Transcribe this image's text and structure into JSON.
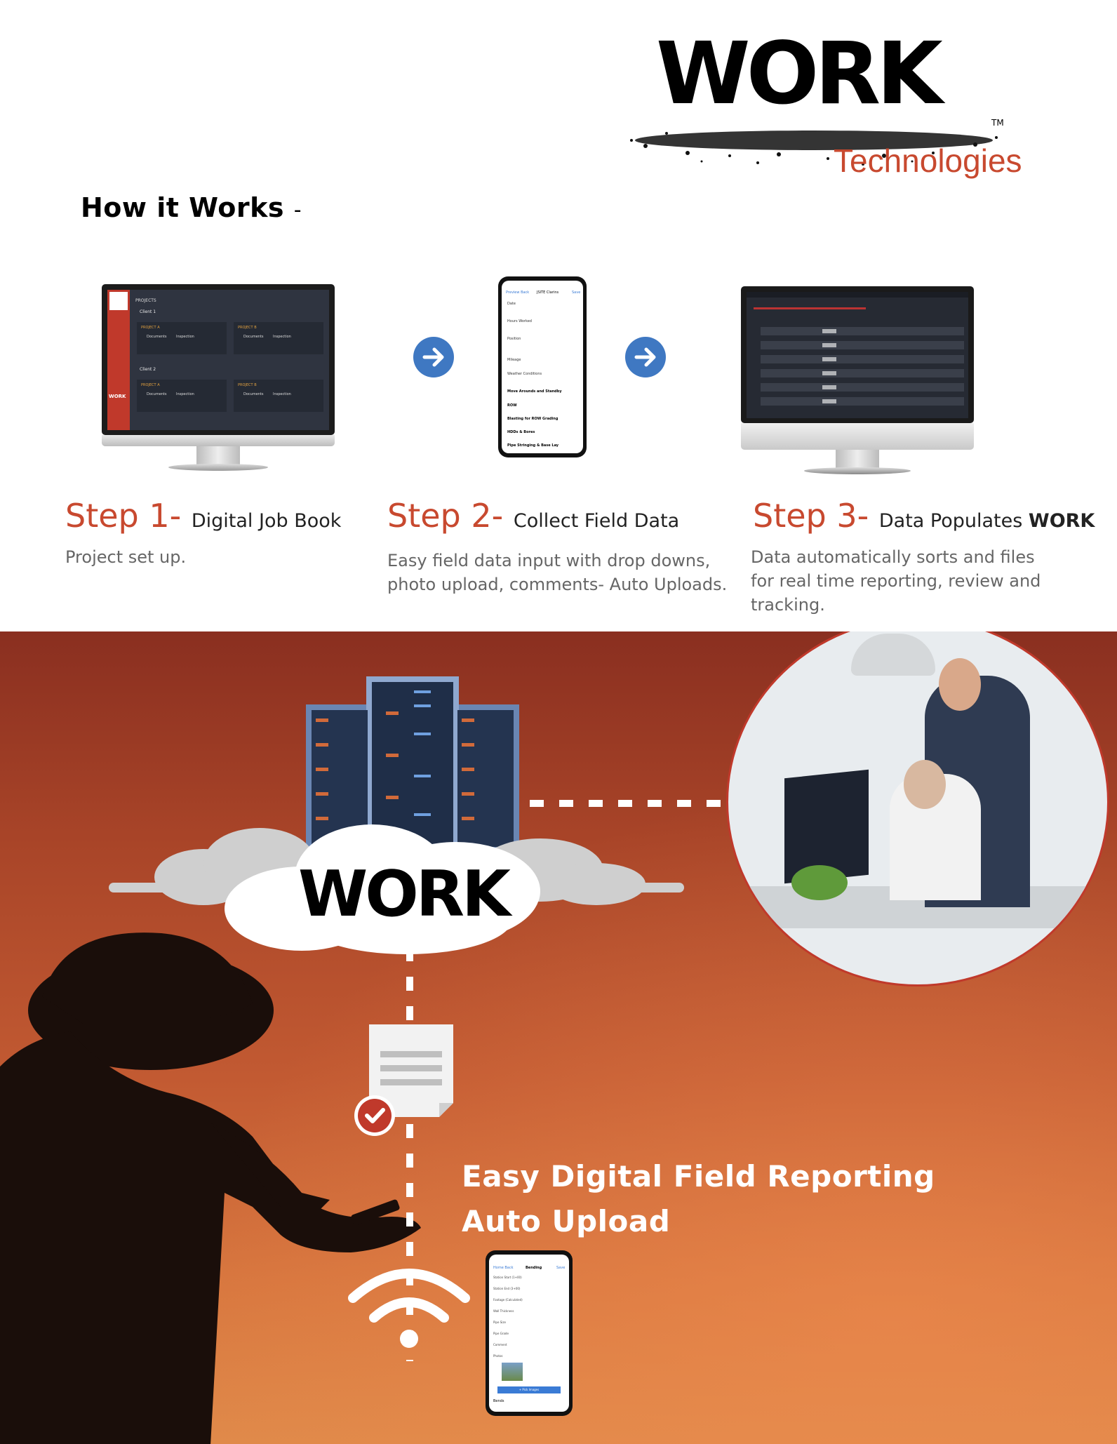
{
  "logo": {
    "word": "WORK",
    "tm": "TM",
    "sub": "Technologies",
    "accent_color": "#c8492f"
  },
  "heading": {
    "text": "How it Works",
    "dash": "-"
  },
  "steps": [
    {
      "number": "Step 1-",
      "title": "Digital Job Book",
      "desc": "Project set up."
    },
    {
      "number": "Step 2-",
      "title": "Collect Field Data",
      "desc_lines": [
        "Easy field data input with drop downs,",
        "photo upload, comments- Auto Uploads."
      ]
    },
    {
      "number": "Step 3-",
      "title": "Data Populates",
      "title_bold": "WORK",
      "desc_lines": [
        "Data automatically sorts and files",
        "for real time reporting, review and",
        "tracking."
      ]
    }
  ],
  "jobbook_screen": {
    "header": "PROJECTS",
    "client1": "Client 1",
    "client2": "Client 2",
    "cards": [
      {
        "name": "PROJECT A",
        "docs": "Documents",
        "insp": "Inspection"
      },
      {
        "name": "PROJECT B",
        "docs": "Documents",
        "insp": "Inspection"
      },
      {
        "name": "PROJECT A",
        "docs": "Documents",
        "insp": "Inspection"
      },
      {
        "name": "PROJECT B",
        "docs": "Documents",
        "insp": "Inspection"
      }
    ]
  },
  "phone_form": {
    "nav": [
      "Preview",
      "Back",
      "JSITE Clarins",
      "Save"
    ],
    "fields": [
      "Date",
      "Hours Worked",
      "Position",
      "Mileage",
      "Weather Conditions"
    ],
    "rows": [
      "Move Arounds and Standby",
      "ROW",
      "Blasting for ROW Grading",
      "HDDs & Bores",
      "Pipe Stringing & Base Lay"
    ]
  },
  "cloud_label": "WORK",
  "headline": [
    "Easy Digital Field Reporting",
    "Auto Upload"
  ],
  "phone_form2": {
    "nav": [
      "Home",
      "Back",
      "Bending",
      "Save"
    ],
    "fields": [
      "Station Start (1+00)",
      "Station End (3+00)",
      "Footage (Calculated)",
      "Wall Thickness",
      "Pipe Size",
      "Pipe Grade",
      "Comment",
      "Photos"
    ],
    "button": "+ Pick Images",
    "footer": "Bends"
  }
}
